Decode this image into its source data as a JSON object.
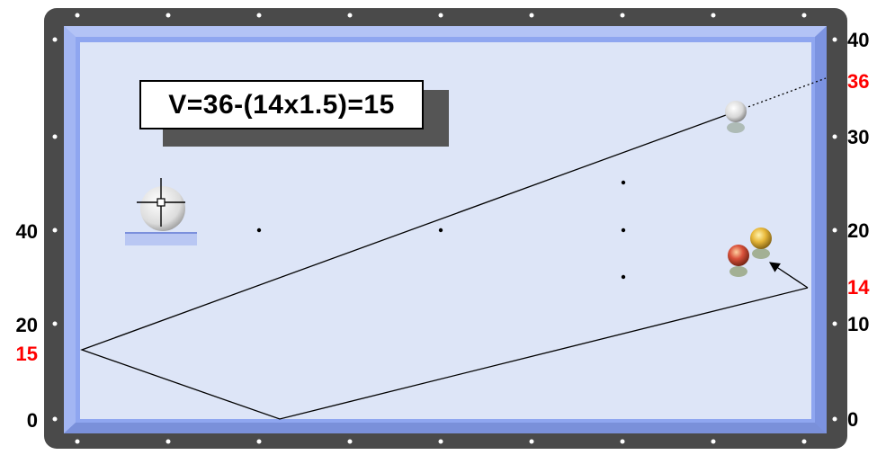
{
  "formula": "V=36-(14x1.5)=15",
  "colors": {
    "frame": "#4a4a4a",
    "cushion": "#8fa6f0",
    "cloth": "#dde5f7",
    "marker_red": "#ff0000",
    "label_black": "#000000",
    "cue_ball": "#f2f2f2",
    "red_ball": "#d8503a",
    "yellow_ball": "#e8b83a"
  },
  "left_scale": {
    "ticks": [
      "40",
      "20",
      "0"
    ],
    "marked": "15"
  },
  "right_scale": {
    "ticks": [
      "40",
      "30",
      "20",
      "10",
      "0"
    ],
    "marked": [
      "36",
      "14"
    ]
  },
  "icons": {
    "aim_marker": "crosshair-ball-icon"
  },
  "balls": [
    "cue-ball",
    "red-ball",
    "yellow-ball"
  ]
}
